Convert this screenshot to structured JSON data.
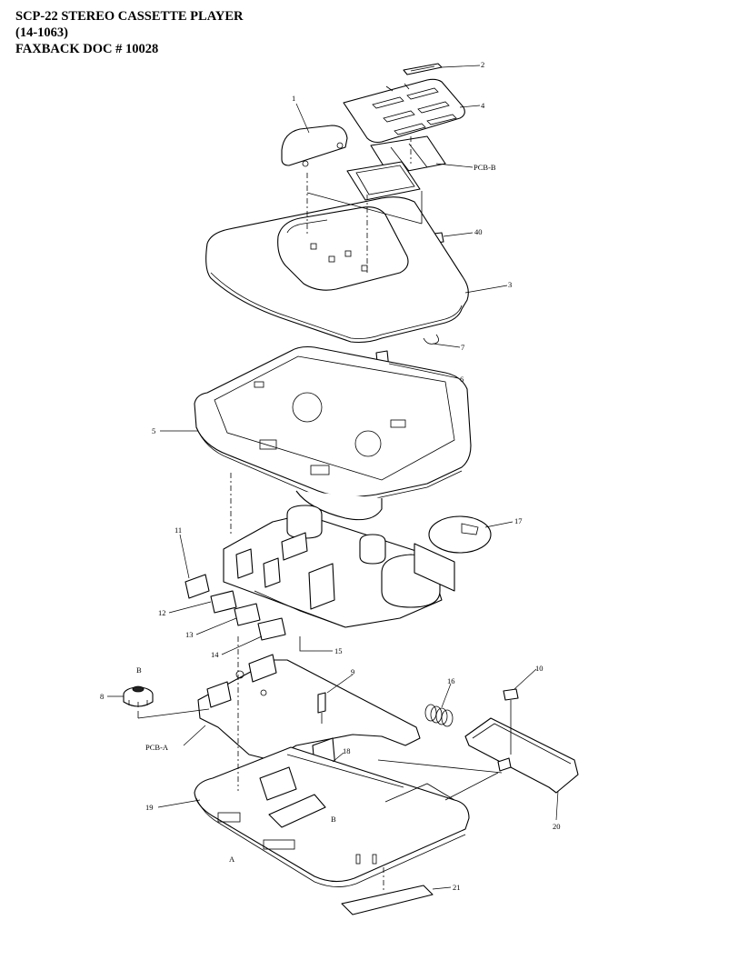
{
  "header": {
    "line1": "SCP-22 STEREO CASSETTE PLAYER",
    "line2": "(14-1063)",
    "line3": "FAXBACK DOC # 10028"
  },
  "callouts": {
    "c1": "1",
    "c2": "2",
    "c3": "3",
    "c4": "4",
    "c5": "5",
    "c6": "6",
    "c7": "7",
    "c8": "8",
    "c9": "9",
    "c10": "10",
    "c11": "11",
    "c12": "12",
    "c13": "13",
    "c14": "14",
    "c15": "15",
    "c16": "16",
    "c17": "17",
    "c18": "18",
    "c19": "19",
    "c20": "20",
    "c21": "21",
    "c40": "40",
    "pcbA": "PCB-A",
    "pcbB": "PCB-B",
    "refA": "A",
    "refB1": "B",
    "refB2": "B"
  },
  "colors": {
    "ink": "#000000",
    "paper": "#ffffff"
  }
}
